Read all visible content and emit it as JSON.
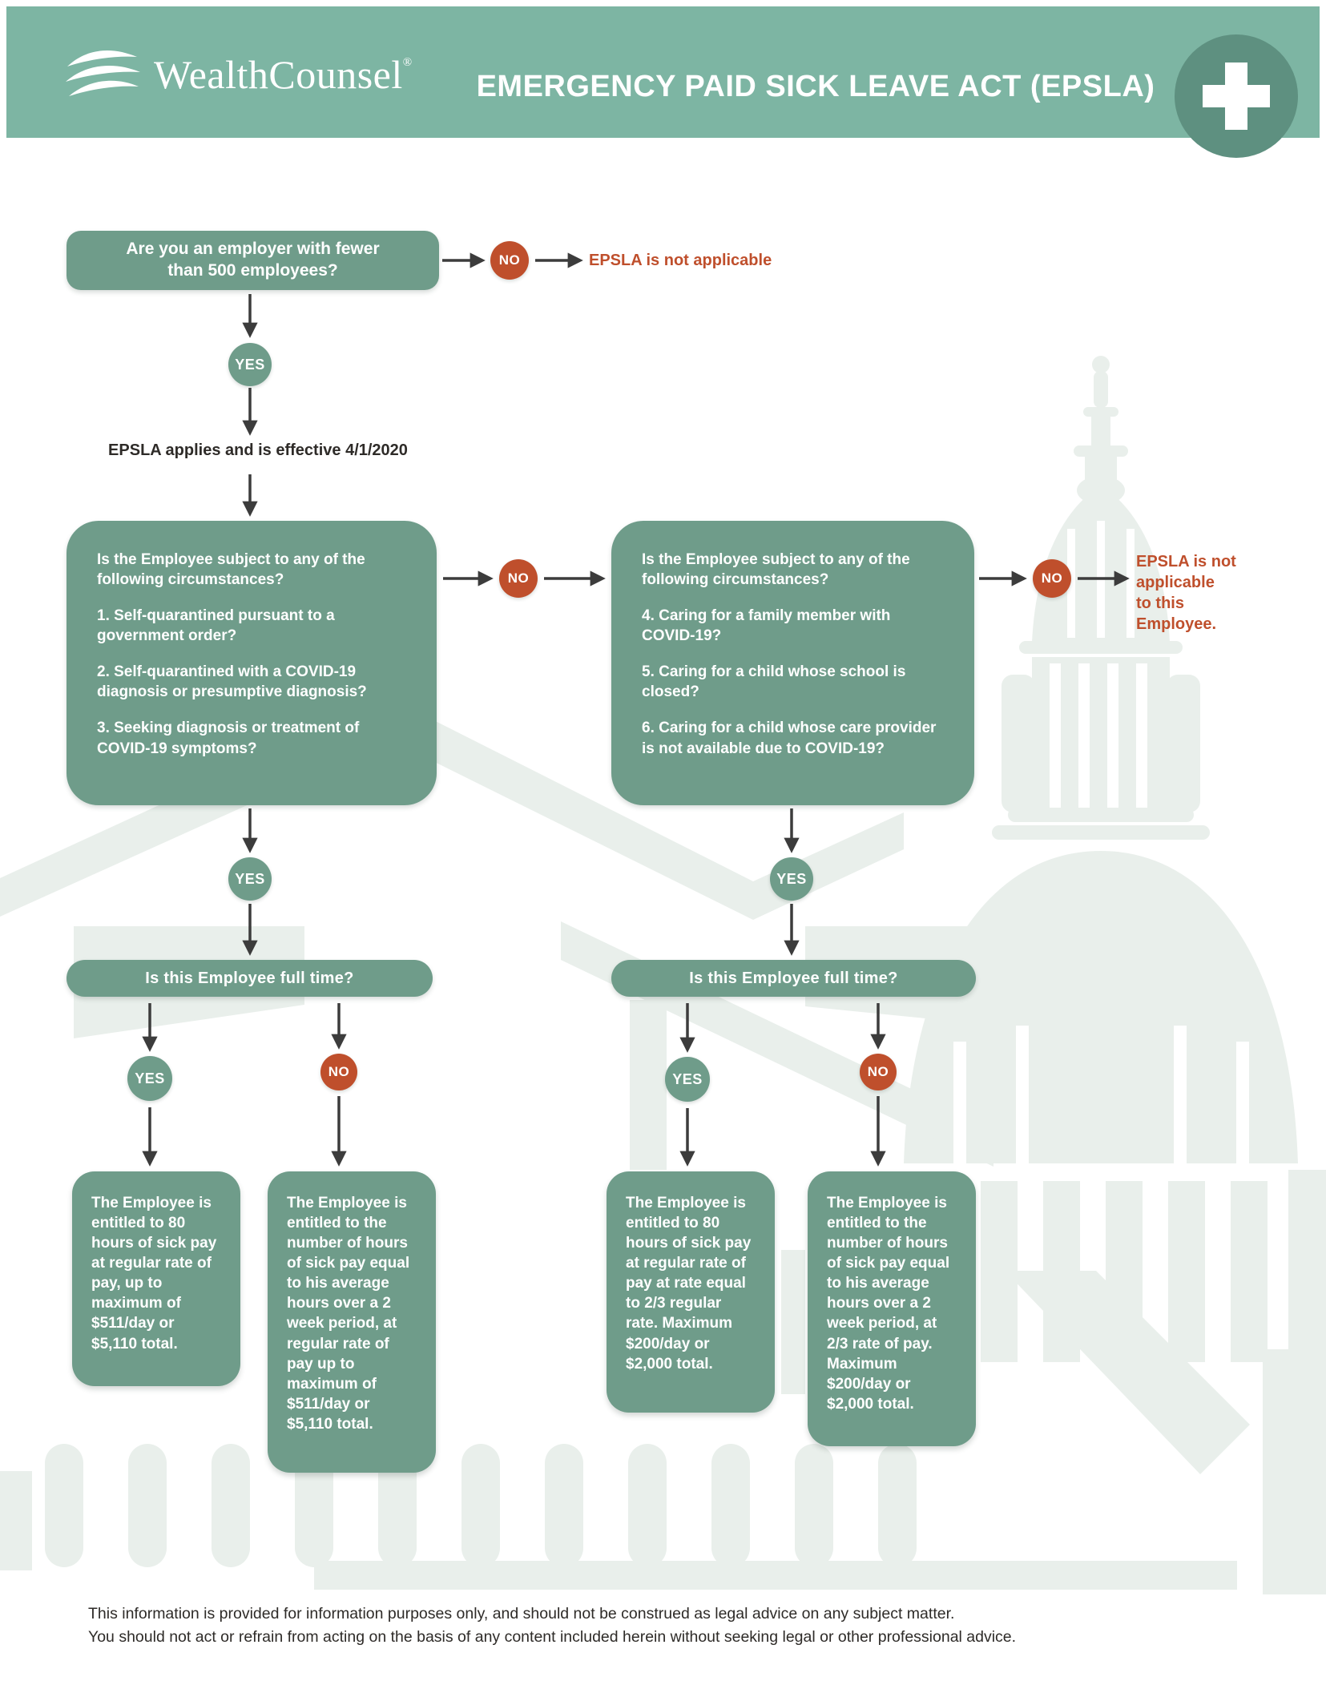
{
  "header": {
    "logo_text": "WealthCounsel",
    "logo_trademark": "®",
    "title": "EMERGENCY PAID SICK LEAVE ACT (EPSLA)"
  },
  "colors": {
    "banner_green": "#7db5a3",
    "node_green": "#6f9c8a",
    "badge_green": "#5e9080",
    "alert_red": "#bf4f2c",
    "text_ink": "#2e2b28",
    "arrow": "#3c3c3c",
    "watermark": "#e9efeb"
  },
  "flow": {
    "yes_label": "YES",
    "no_label": "NO",
    "q_employer": "Are you an employer with fewer than 500 employees?",
    "not_applicable": "EPSLA is not applicable",
    "applies": "EPSLA applies and is effective 4/1/2020",
    "circumstances_left": {
      "intro": "Is the Employee subject to any of the following circumstances?",
      "items": [
        "1. Self-quarantined pursuant to a government order?",
        "2. Self-quarantined with a COVID-19 diagnosis or presumptive diagnosis?",
        "3. Seeking diagnosis or treatment of COVID-19 symptoms?"
      ]
    },
    "circumstances_right": {
      "intro": "Is the Employee subject to any of the following circumstances?",
      "items": [
        "4. Caring for a family member with COVID-19?",
        "5. Caring for a child whose school is closed?",
        "6. Caring for a child whose care provider is not available due to COVID-19?"
      ]
    },
    "not_applicable_employee": "EPSLA is not\napplicable\nto this\nEmployee.",
    "full_time_q": "Is this Employee full time?",
    "results": [
      "The Employee is entitled to 80 hours of sick pay at regular rate of pay, up to maximum of $511/day or $5,110 total.",
      "The Employee is entitled to the number of hours of sick pay equal to his average hours over a 2 week period, at regular rate of pay up to maximum of $511/day or $5,110 total.",
      "The Employee is entitled to 80 hours of sick pay at regular rate of pay at rate equal to 2/3 regular rate. Maximum $200/day or $2,000 total.",
      "The Employee is entitled to the number of hours of sick pay equal to his average hours over a 2 week period, at 2/3 rate of pay. Maximum $200/day or $2,000 total."
    ]
  },
  "footer": {
    "lines": [
      "This information is provided for information purposes only, and should not be construed as legal advice on any subject matter.",
      "You should not act or refrain from acting on the basis of any content included herein without seeking legal or other professional advice."
    ]
  }
}
